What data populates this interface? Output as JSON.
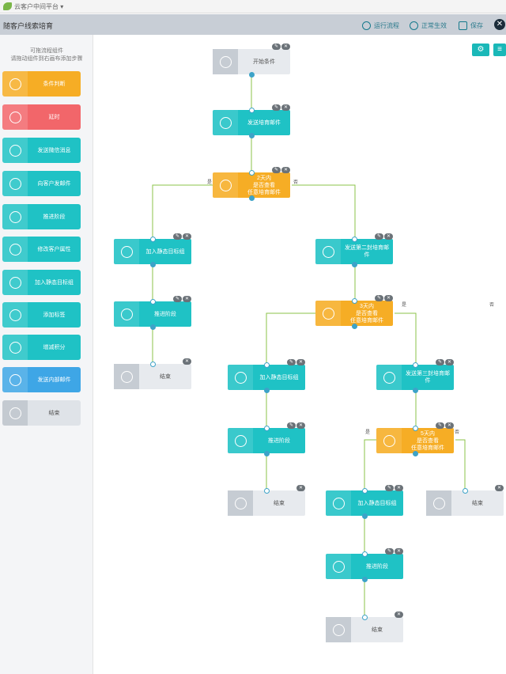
{
  "window": {
    "title": "云客户中间平台 ▾"
  },
  "header": {
    "page_title": "随客户线索培育",
    "actions": [
      {
        "label": "运行流程",
        "icon": "play-circle-icon"
      },
      {
        "label": "正常生效",
        "icon": "power-icon"
      },
      {
        "label": "保存",
        "icon": "save-icon"
      }
    ],
    "close": "✕"
  },
  "sidebar": {
    "hint_line1": "可拖流程组件",
    "hint_line2": "请拖动组件到右画布添加步骤",
    "components": [
      {
        "label": "条件判断",
        "icon": "check-circle-icon",
        "color": "#f6ad25"
      },
      {
        "label": "延时",
        "icon": "hourglass-icon",
        "color": "#f2666a"
      },
      {
        "label": "发送微信消息",
        "icon": "wechat-icon",
        "color": "#1fc2c5"
      },
      {
        "label": "向客户发邮件",
        "icon": "mail-icon",
        "color": "#1fc2c5"
      },
      {
        "label": "推进阶段",
        "icon": "arrow-up-icon",
        "color": "#1fc2c5"
      },
      {
        "label": "修改客户属性",
        "icon": "edit-icon",
        "color": "#1fc2c5"
      },
      {
        "label": "加入静态目标组",
        "icon": "plus-circle-icon",
        "color": "#1fc2c5"
      },
      {
        "label": "添加标签",
        "icon": "tag-icon",
        "color": "#1fc2c5"
      },
      {
        "label": "增减积分",
        "icon": "database-icon",
        "color": "#1fc2c5"
      },
      {
        "label": "发送内部邮件",
        "icon": "mobile-icon",
        "color": "#3ea6e6"
      },
      {
        "label": "结束",
        "icon": "power-icon",
        "color": "#dfe3e8"
      }
    ]
  },
  "toolbar": {
    "settings_icon": "⚙",
    "menu_icon": "≡"
  },
  "flow": {
    "nodes": [
      {
        "id": "start",
        "label": "开始条件",
        "kind": "grey",
        "icon": "clock-icon"
      },
      {
        "id": "email1",
        "label": "发送培育邮件",
        "kind": "teal",
        "icon": "send-icon"
      },
      {
        "id": "cond1",
        "label": "2天内\n是否查看\n任意培育邮件",
        "kind": "orange",
        "icon": "check-circle-icon"
      },
      {
        "id": "group1",
        "label": "加入静态目标组",
        "kind": "teal",
        "icon": "plus-circle-icon"
      },
      {
        "id": "email2",
        "label": "发送第二封培育邮件",
        "kind": "teal",
        "icon": "send-icon"
      },
      {
        "id": "stage1",
        "label": "推进阶段",
        "kind": "teal",
        "icon": "arrow-up-icon"
      },
      {
        "id": "cond2",
        "label": "3天内\n是否查看\n任意培育邮件",
        "kind": "orange",
        "icon": "check-circle-icon"
      },
      {
        "id": "end1",
        "label": "结束",
        "kind": "grey",
        "icon": "power-icon"
      },
      {
        "id": "group2",
        "label": "加入静态目标组",
        "kind": "teal",
        "icon": "plus-circle-icon"
      },
      {
        "id": "email3",
        "label": "发送第三封培育邮件",
        "kind": "teal",
        "icon": "send-icon"
      },
      {
        "id": "stage2",
        "label": "推进阶段",
        "kind": "teal",
        "icon": "arrow-up-icon"
      },
      {
        "id": "cond3",
        "label": "5天内\n是否查看\n任意培育邮件",
        "kind": "orange",
        "icon": "check-circle-icon"
      },
      {
        "id": "end2",
        "label": "结束",
        "kind": "grey",
        "icon": "power-icon"
      },
      {
        "id": "group3",
        "label": "加入静态目标组",
        "kind": "teal",
        "icon": "plus-circle-icon"
      },
      {
        "id": "end3",
        "label": "结束",
        "kind": "grey",
        "icon": "power-icon"
      },
      {
        "id": "stage3",
        "label": "推进阶段",
        "kind": "teal",
        "icon": "arrow-up-icon"
      },
      {
        "id": "end4",
        "label": "结束",
        "kind": "grey",
        "icon": "power-icon"
      }
    ],
    "yes_label": "是",
    "no_label": "否"
  },
  "colors": {
    "teal": "#1fc2c5",
    "orange": "#f6ad25",
    "red": "#f2666a",
    "blue": "#3ea6e6",
    "line": "#8bc34a"
  }
}
